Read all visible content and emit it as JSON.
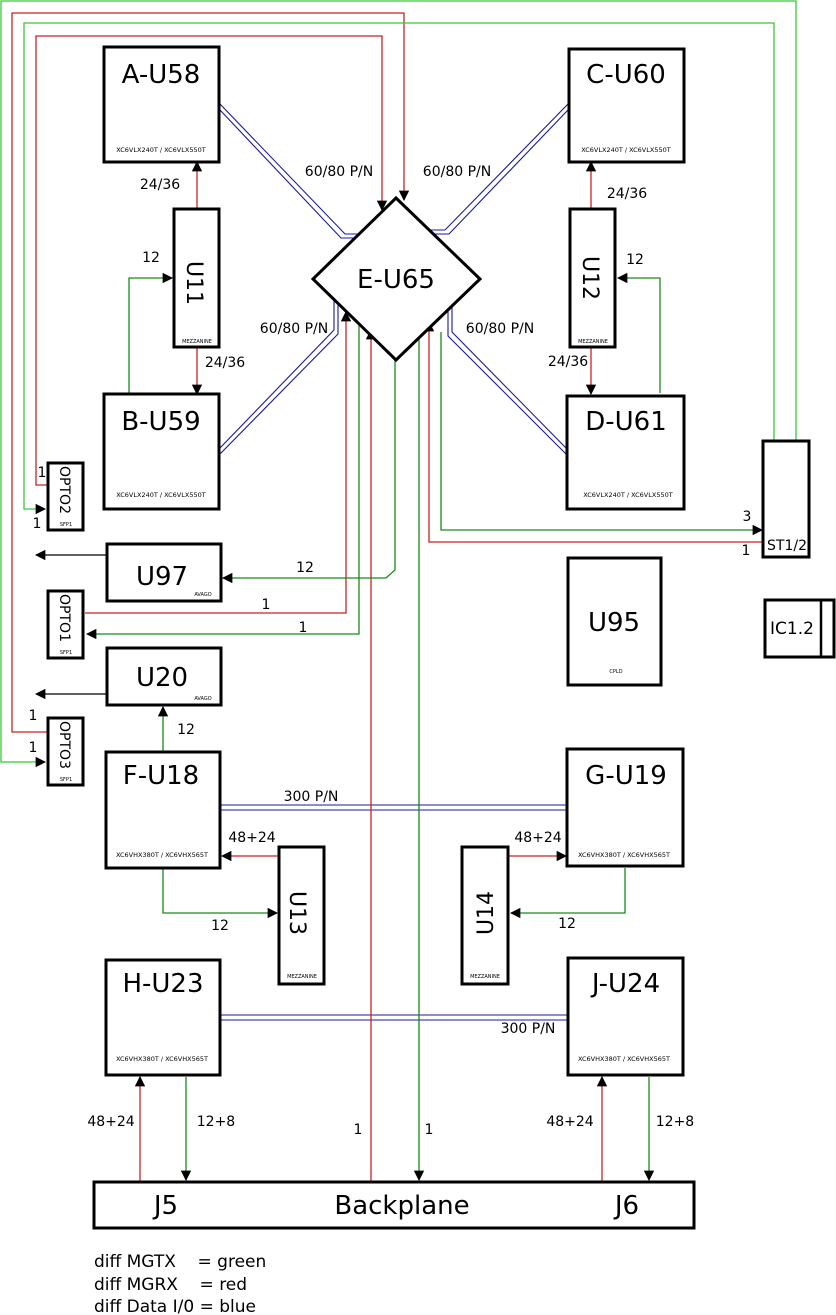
{
  "chips": {
    "a_u58": {
      "name": "A-U58",
      "part": "XC6VLX240T / XC6VLX550T"
    },
    "b_u59": {
      "name": "B-U59",
      "part": "XC6VLX240T / XC6VLX550T"
    },
    "c_u60": {
      "name": "C-U60",
      "part": "XC6VLX240T / XC6VLX550T"
    },
    "d_u61": {
      "name": "D-U61",
      "part": "XC6VLX240T / XC6VLX550T"
    },
    "e_u65": {
      "name": "E-U65"
    },
    "f_u18": {
      "name": "F-U18",
      "part": "XC6VHX380T / XC6VHX565T"
    },
    "g_u19": {
      "name": "G-U19",
      "part": "XC6VHX380T / XC6VHX565T"
    },
    "h_u23": {
      "name": "H-U23",
      "part": "XC6VHX380T / XC6VHX565T"
    },
    "j_u24": {
      "name": "J-U24",
      "part": "XC6VHX380T / XC6VHX565T"
    },
    "u11": {
      "name": "U11",
      "sub": "MEZZANINE"
    },
    "u12": {
      "name": "U12",
      "sub": "MEZZANINE"
    },
    "u13": {
      "name": "U13",
      "sub": "MEZZANINE"
    },
    "u14": {
      "name": "U14",
      "sub": "MEZZANINE"
    },
    "u97": {
      "name": "U97",
      "sub": "AVAGO"
    },
    "u20": {
      "name": "U20",
      "sub": "AVAGO"
    },
    "u95": {
      "name": "U95",
      "sub": "CPLD"
    },
    "opto1": {
      "name": "OPTO1",
      "sub": "SFP1"
    },
    "opto2": {
      "name": "OPTO2",
      "sub": "SFP1"
    },
    "opto3": {
      "name": "OPTO3",
      "sub": "SFP1"
    },
    "st12": {
      "name": "ST1/2"
    },
    "ic12": {
      "name": "IC1.2"
    }
  },
  "backplane": {
    "name": "Backplane",
    "j5": "J5",
    "j6": "J6"
  },
  "labels": {
    "l60_80": "60/80 P/N",
    "l24_36": "24/36",
    "l12": "12",
    "l1": "1",
    "l3": "3",
    "l300": "300 P/N",
    "l48_24": "48+24",
    "l12_8": "12+8"
  },
  "legend": {
    "green": "diff MGTX    = green",
    "red": "diff MGRX    = red",
    "blue": "diff Data I/0 = blue"
  },
  "colors": {
    "mgtx": "#1a8a1a",
    "mgrx": "#cc2222",
    "data": "#1a1aa0"
  }
}
